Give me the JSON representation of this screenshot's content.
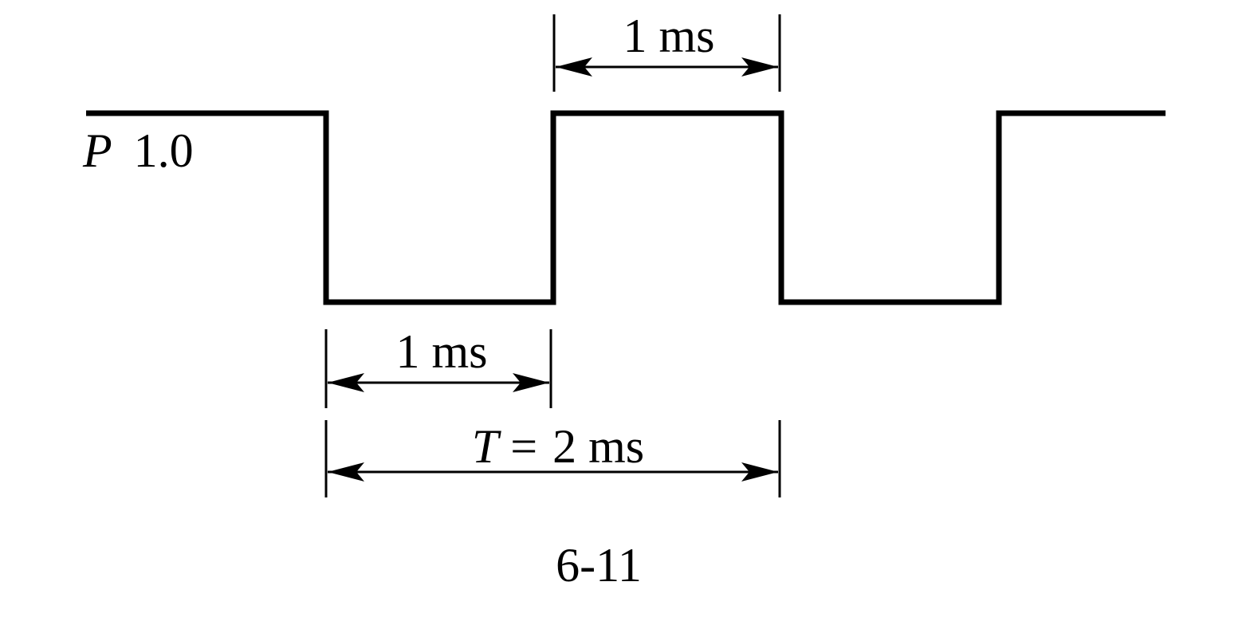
{
  "signal": {
    "name": "P",
    "level": "1.0"
  },
  "dimensions": {
    "high_width": "1 ms",
    "low_width": "1 ms",
    "period_symbol": "T",
    "period_equals": "=",
    "period_value": "2 ms"
  },
  "caption": "6-11"
}
